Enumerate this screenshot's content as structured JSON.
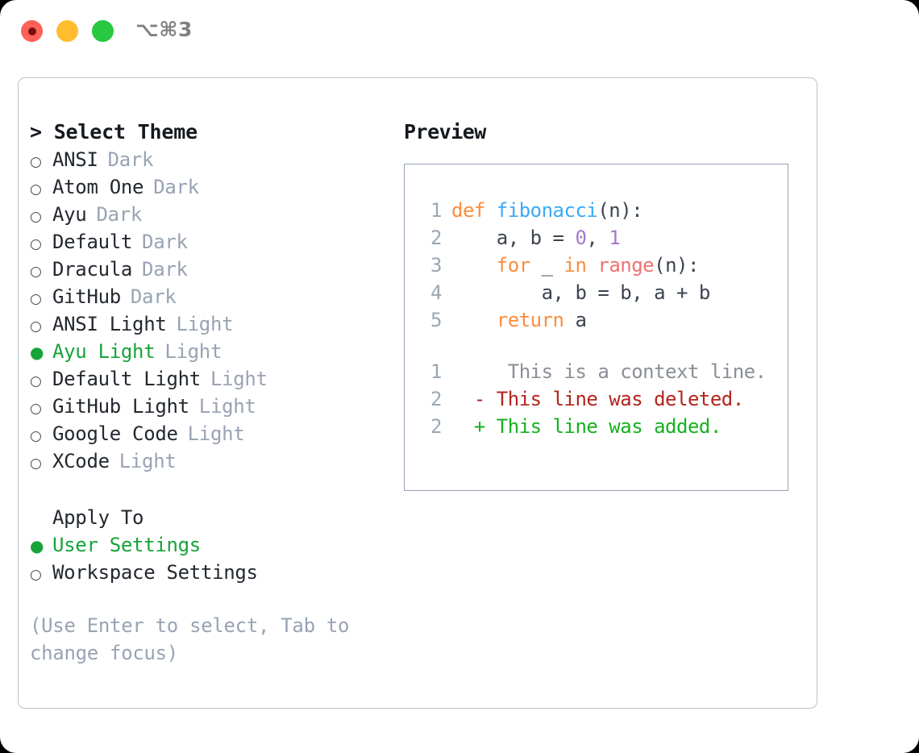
{
  "titlebar": {
    "shortcut": "⌥⌘3",
    "buttons": [
      {
        "name": "close",
        "color": "#ff6159",
        "recording": true
      },
      {
        "name": "minimize",
        "color": "#ffbd2e",
        "recording": false
      },
      {
        "name": "maximize",
        "color": "#28c840",
        "recording": false
      }
    ]
  },
  "theme_picker": {
    "header": "> Select Theme",
    "items": [
      {
        "label": "ANSI",
        "kind": "Dark",
        "selected": false,
        "bullet": "○"
      },
      {
        "label": "Atom One",
        "kind": "Dark",
        "selected": false,
        "bullet": "○"
      },
      {
        "label": "Ayu",
        "kind": "Dark",
        "selected": false,
        "bullet": "○"
      },
      {
        "label": "Default",
        "kind": "Dark",
        "selected": false,
        "bullet": "○"
      },
      {
        "label": "Dracula",
        "kind": "Dark",
        "selected": false,
        "bullet": "○"
      },
      {
        "label": "GitHub",
        "kind": "Dark",
        "selected": false,
        "bullet": "○"
      },
      {
        "label": "ANSI Light",
        "kind": "Light",
        "selected": false,
        "bullet": "○"
      },
      {
        "label": "Ayu Light",
        "kind": "Light",
        "selected": true,
        "bullet": "●"
      },
      {
        "label": "Default Light",
        "kind": "Light",
        "selected": false,
        "bullet": "○"
      },
      {
        "label": "GitHub Light",
        "kind": "Light",
        "selected": false,
        "bullet": "○"
      },
      {
        "label": "Google Code",
        "kind": "Light",
        "selected": false,
        "bullet": "○"
      },
      {
        "label": "XCode",
        "kind": "Light",
        "selected": false,
        "bullet": "○"
      }
    ]
  },
  "apply_to": {
    "header": "Apply To",
    "items": [
      {
        "label": "User Settings",
        "selected": true,
        "bullet": "●"
      },
      {
        "label": "Workspace Settings",
        "selected": false,
        "bullet": "○"
      }
    ]
  },
  "hint": "(Use Enter to select, Tab to change focus)",
  "preview": {
    "header": "Preview",
    "code_lines": [
      {
        "num": "1",
        "tokens": [
          {
            "t": "def ",
            "c": "kw"
          },
          {
            "t": "fibonacci",
            "c": "fn"
          },
          {
            "t": "(n):",
            "c": "pl"
          }
        ]
      },
      {
        "num": "2",
        "tokens": [
          {
            "t": "    a, b = ",
            "c": "pl"
          },
          {
            "t": "0",
            "c": "num"
          },
          {
            "t": ", ",
            "c": "pl"
          },
          {
            "t": "1",
            "c": "num"
          }
        ]
      },
      {
        "num": "3",
        "tokens": [
          {
            "t": "    ",
            "c": "pl"
          },
          {
            "t": "for",
            "c": "kw"
          },
          {
            "t": " _ ",
            "c": "pl"
          },
          {
            "t": "in",
            "c": "kw"
          },
          {
            "t": " ",
            "c": "pl"
          },
          {
            "t": "range",
            "c": "bi"
          },
          {
            "t": "(n):",
            "c": "pl"
          }
        ]
      },
      {
        "num": "4",
        "tokens": [
          {
            "t": "        a, b = b, a + b",
            "c": "pl"
          }
        ]
      },
      {
        "num": "5",
        "tokens": [
          {
            "t": "    ",
            "c": "pl"
          },
          {
            "t": "return",
            "c": "kw"
          },
          {
            "t": " a",
            "c": "pl"
          }
        ]
      }
    ],
    "diff_lines": [
      {
        "num": "1",
        "marker": " ",
        "text": "  This is a context line.",
        "kind": "ctx"
      },
      {
        "num": "2",
        "marker": "-",
        "text": " This line was deleted.",
        "kind": "del"
      },
      {
        "num": "2",
        "marker": "+",
        "text": " This line was added.",
        "kind": "add"
      }
    ]
  },
  "colors": {
    "accent_green": "#17a33a",
    "muted": "#98a3b3",
    "panel_border": "#b9c2cd",
    "preview_border": "#94a2b3",
    "kw_orange": "#fa8d3e",
    "fn_blue": "#3ba9f5",
    "num_purple": "#a37acc",
    "builtin_red": "#f07171",
    "diff_add": "#17b020",
    "diff_del": "#b3241d"
  }
}
